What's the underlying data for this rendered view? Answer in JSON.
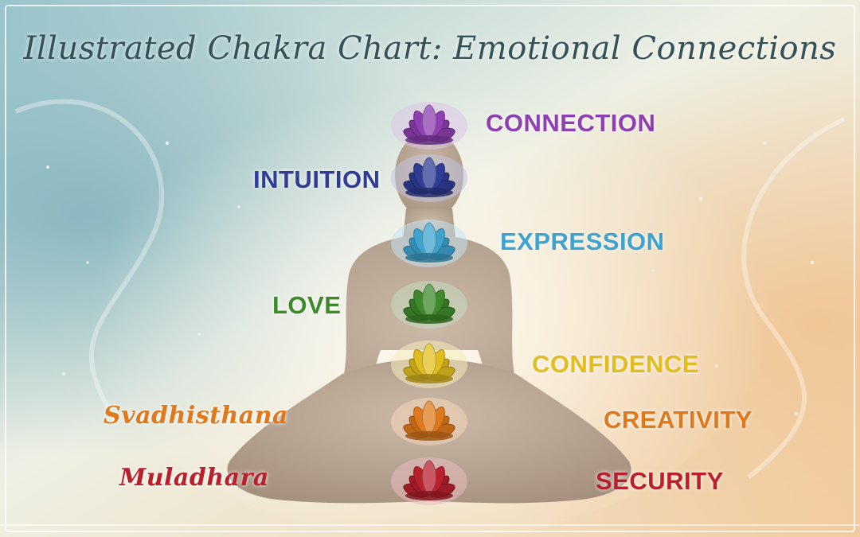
{
  "title": "Illustrated Chakra Chart: Emotional Connections",
  "palette": {
    "title": "#355259",
    "body": "#b49a86",
    "crown": "#8e3fb1",
    "third_eye": "#2f3d97",
    "throat": "#3ea3cf",
    "heart": "#3e8a2b",
    "solar_plexus": "#e1bd1f",
    "sacral": "#e0791c",
    "root": "#b8202e"
  },
  "labels": {
    "crown": "CONNECTION",
    "third_eye": "INTUITION",
    "throat": "EXPRESSION",
    "heart": "LOVE",
    "solar_plexus": "CONFIDENCE",
    "sacral_name": "Svadhisthana",
    "sacral": "CREATIVITY",
    "root_name": "Muladhara",
    "root": "SECURITY"
  }
}
